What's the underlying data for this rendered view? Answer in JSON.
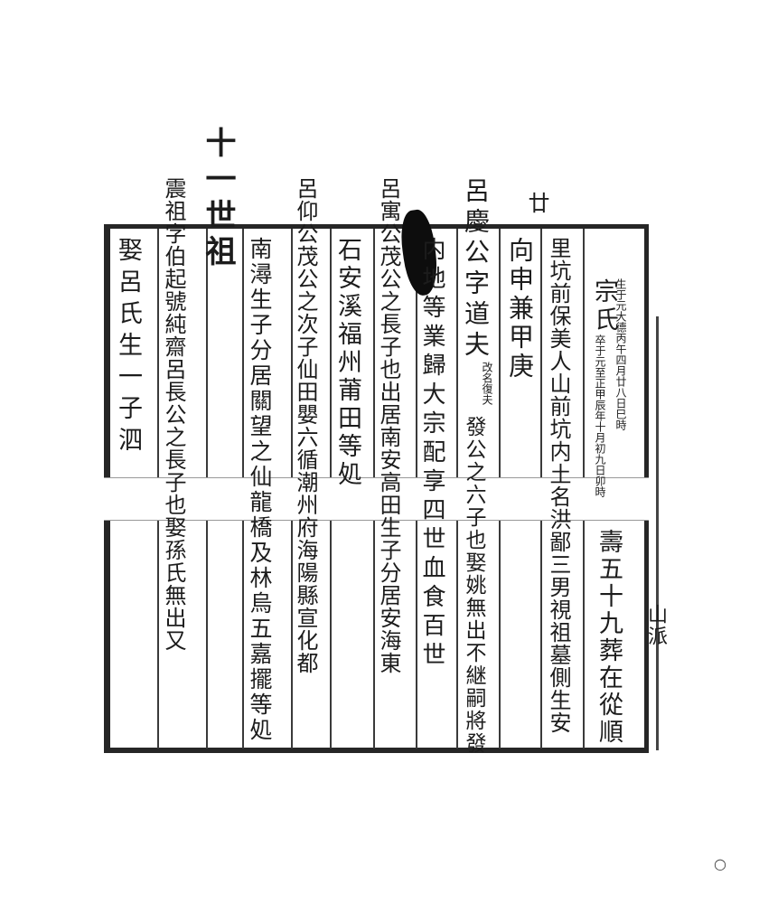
{
  "page": {
    "header": "十一世祖",
    "page_number": "廿",
    "corner_mark": "○"
  },
  "columns": [
    {
      "text": "宗氏"
    },
    {
      "text": "生于元大德丙午四月廿八日巳時"
    },
    {
      "text": "卒于元至正甲辰年十月初九日卯時"
    },
    {
      "text": "壽五十九葬在從順"
    },
    {
      "text": "里坑前保美人山前坑内土名洪鄙三男視祖墓側生安"
    },
    {
      "text": "向申兼甲庚"
    },
    {
      "text": "呂慶公字道夫"
    },
    {
      "text": "改名復夫"
    },
    {
      "text": "發公之六子也娶姚無出不継嗣將發"
    },
    {
      "text": "内地等業歸大宗配享四世血食百世"
    },
    {
      "text": "呂寓公茂公之長子也出居南安高田生子分居安海東"
    },
    {
      "text": "石安溪福州莆田等処"
    },
    {
      "text": "呂仰公茂公之次子仙田嬰六循潮州府海陽縣宣化都"
    },
    {
      "text": "南潯生子分居關望之仙龍橋及林烏五嘉擺等処"
    },
    {
      "text": "震祖字伯起號純齋呂長公之長子也娶孫氏無出又"
    },
    {
      "text": "娶呂氏生一子泗"
    }
  ],
  "margin_notes": {
    "right_edge": "山派"
  }
}
